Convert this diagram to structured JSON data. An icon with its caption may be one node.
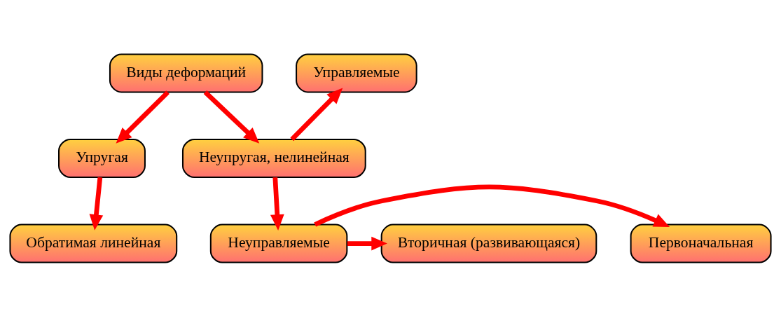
{
  "diagram": {
    "nodes": [
      {
        "text": [
          "Виды деформаций"
        ]
      },
      {
        "text": [
          "Управляемые"
        ]
      },
      {
        "text": [
          "Упругая"
        ]
      },
      {
        "text": [
          "Неупругая, нелинейная"
        ]
      },
      {
        "text": [
          "Обратимая линейная"
        ]
      },
      {
        "text": [
          "Первоначальная"
        ]
      },
      {
        "text": [
          "Неуправляемые"
        ]
      },
      {
        "text": [
          "Вторичная (развивающаяся)"
        ]
      }
    ],
    "edges": [
      {
        "from": 0,
        "to": 2,
        "arrow": "to"
      },
      {
        "from": 0,
        "to": 3,
        "arrow": "to"
      },
      {
        "from": 2,
        "to": 4,
        "arrow": "to"
      },
      {
        "from": 3,
        "to": 1,
        "arrow": "to"
      },
      {
        "from": 3,
        "to": 6,
        "arrow": "to"
      },
      {
        "from": 6,
        "to": 5,
        "arrow": "to"
      },
      {
        "from": 6,
        "to": 7,
        "arrow": "to"
      }
    ]
  }
}
